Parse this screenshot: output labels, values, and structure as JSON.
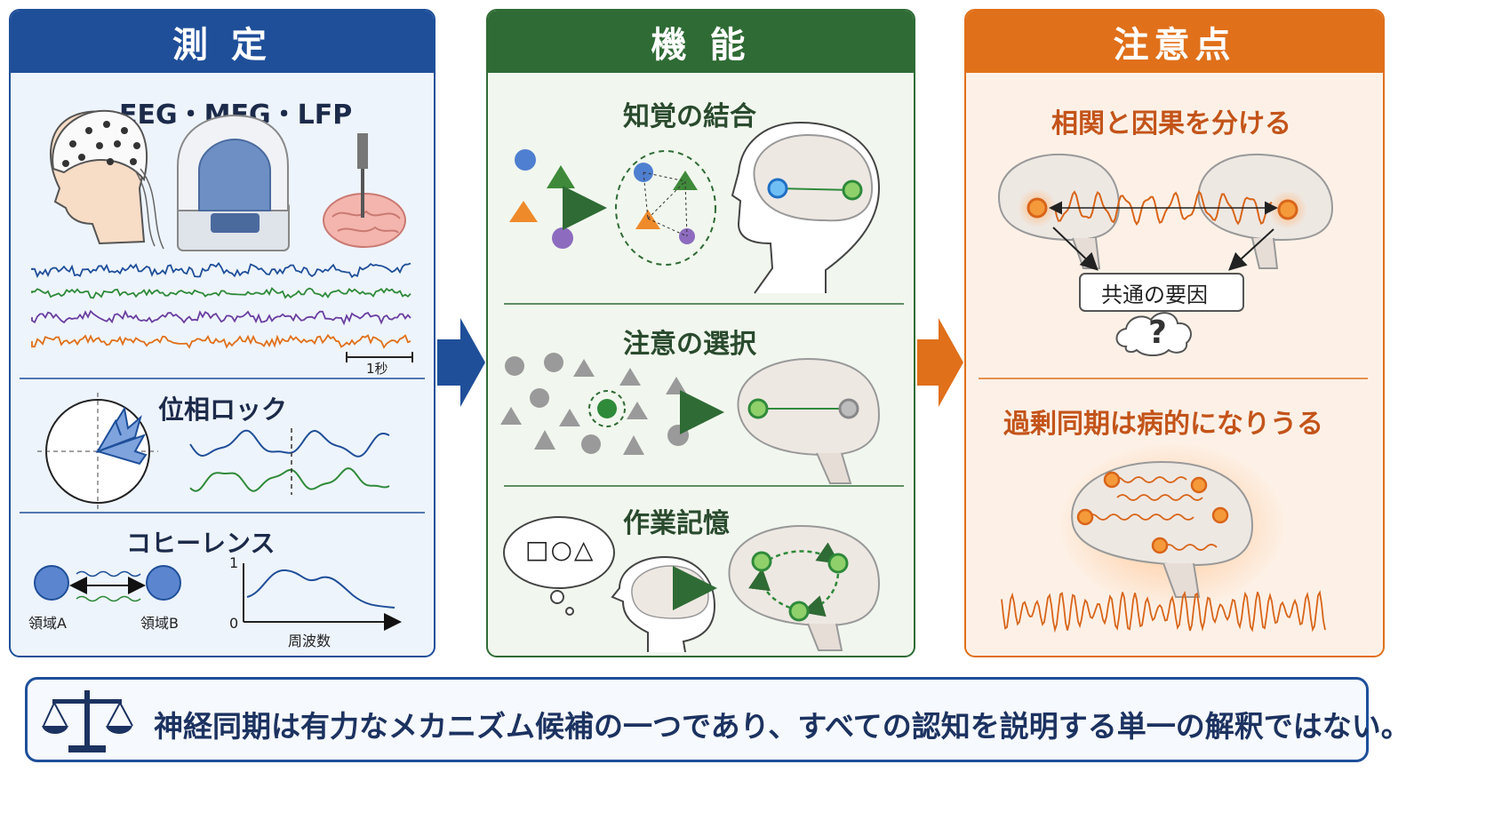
{
  "panels": {
    "measurement": {
      "title": "測 定",
      "section1": "EEG・MEG・LFP",
      "time_scale": "1秒",
      "section2": "位相ロック",
      "section3": "コヒーレンス",
      "region_a": "領域A",
      "region_b": "領域B",
      "axis_one": "1",
      "axis_zero": "0",
      "axis_x": "周波数"
    },
    "function": {
      "title": "機 能",
      "section1": "知覚の結合",
      "section2": "注意の選択",
      "section3": "作業記憶",
      "thought_shapes": "□○△"
    },
    "caveats": {
      "title": "注意点",
      "section1": "相関と因果を分ける",
      "common_factor": "共通の要因",
      "question": "?",
      "section2": "過剰同期は病的になりうる"
    }
  },
  "footer": {
    "text": "神経同期は有力なメカニズム候補の一つであり、すべての認知を説明する単一の解釈ではない。",
    "icon": "balance-scale-icon"
  },
  "colors": {
    "blue": "#1f4f99",
    "green": "#2f6b35",
    "orange": "#e0701a"
  }
}
